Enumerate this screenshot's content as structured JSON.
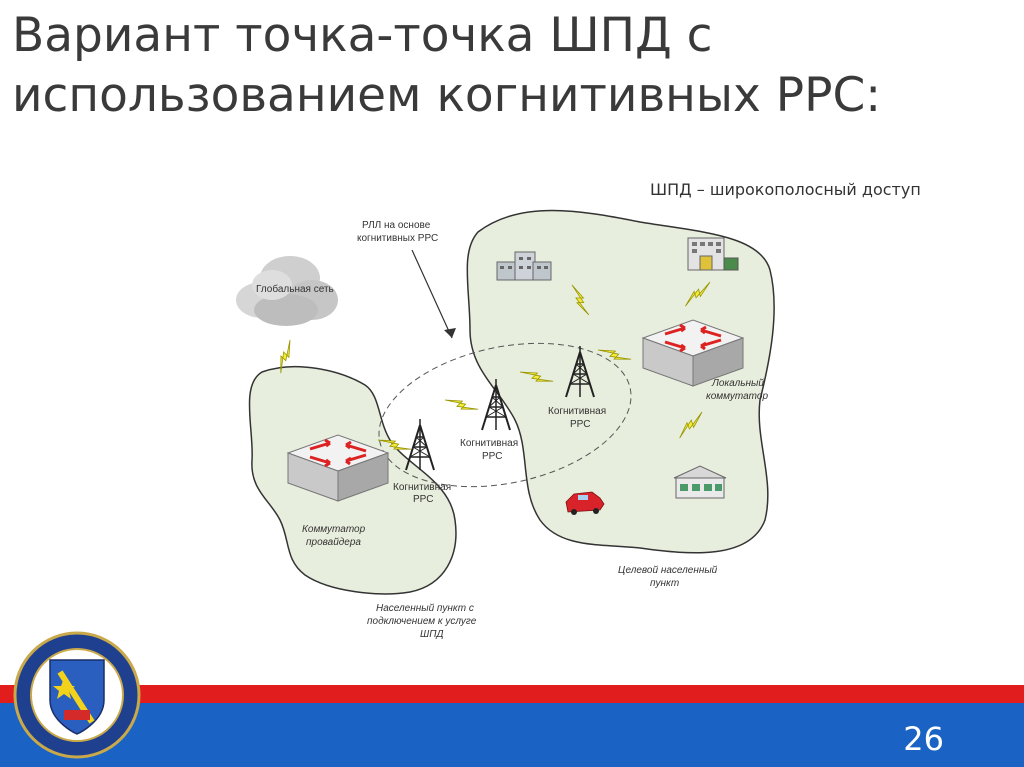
{
  "title": "Вариант точка-точка ШПД с использованием когнитивных РРС:",
  "subtitle": "ШПД – широкополосный доступ",
  "labels": {
    "global_net": "Глобальная сеть",
    "rll_line1": "РЛЛ на основе",
    "rll_line2": "когнитивных РРС",
    "rrs_left_1": "Когнитивная",
    "rrs_left_2": "РРС",
    "rrs_mid_1": "Когнитивная",
    "rrs_mid_2": "РРС",
    "rrs_right_1": "Когнитивная",
    "rrs_right_2": "РРС",
    "local_switch_1": "Локальный",
    "local_switch_2": "коммутатор",
    "provider_switch_1": "Коммутатор",
    "provider_switch_2": "провайдера",
    "target_1": "Целевой населенный",
    "target_2": "пункт",
    "source_1": "Населенный пункт с",
    "source_2": "подключением к услуге",
    "source_3": "ШПД"
  },
  "slide_number": "26",
  "colors": {
    "island": "#e8eedd",
    "bolt": "#f4ec3a",
    "red_bar": "#e21d1d",
    "blue_bar": "#1a63c4"
  }
}
